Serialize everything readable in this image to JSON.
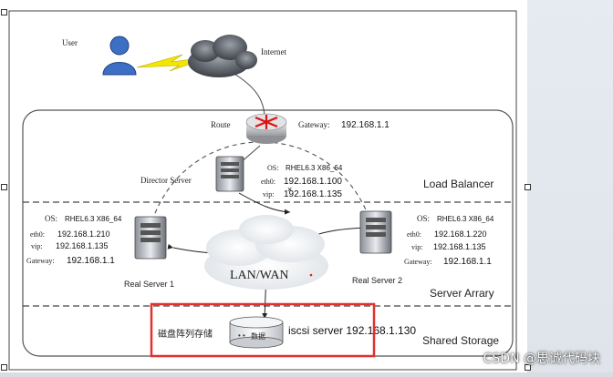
{
  "diagram": {
    "user_label": "User",
    "internet_label": "Internet",
    "route_label": "Route",
    "gateway_key": "Gateway:",
    "gateway_value": "192.168.1.1",
    "load_balancer_label": "Load Balancer",
    "director": {
      "label": "Director Server",
      "os_key": "OS:",
      "os_value": "RHEL6.3 X86_64",
      "eth0_key": "eth0:",
      "eth0_value": "192.168.1.100",
      "vip_key": "vip:",
      "vip_value": "192.168.1.135"
    },
    "real_server_1": {
      "label": "Real Server 1",
      "os_key": "OS:",
      "os_value": "RHEL6.3 X86_64",
      "eth0_key": "eth0:",
      "eth0_value": "192.168.1.210",
      "vip_key": "vip:",
      "vip_value": "192.168.1.135",
      "gateway_key": "Gateway:",
      "gateway_value": "192.168.1.1"
    },
    "real_server_2": {
      "label": "Real Server 2",
      "os_key": "OS:",
      "os_value": "RHEL6.3 X86_64",
      "eth0_key": "eth0:",
      "eth0_value": "192.168.1.220",
      "vip_key": "vip:",
      "vip_value": "192.168.1.135",
      "gateway_key": "Gateway:",
      "gateway_value": "192.168.1.1"
    },
    "lan_wan_label": "LAN/WAN",
    "server_array_label": "Server Arrary",
    "shared_storage_label": "Shared Storage",
    "disk_array_label": "磁盘阵列存储",
    "data_label": "数据",
    "iscsi_label": "iscsi server 192.168.1.130",
    "highlight_color": "#e03030"
  },
  "watermark": "CSDN @思诚代码块"
}
